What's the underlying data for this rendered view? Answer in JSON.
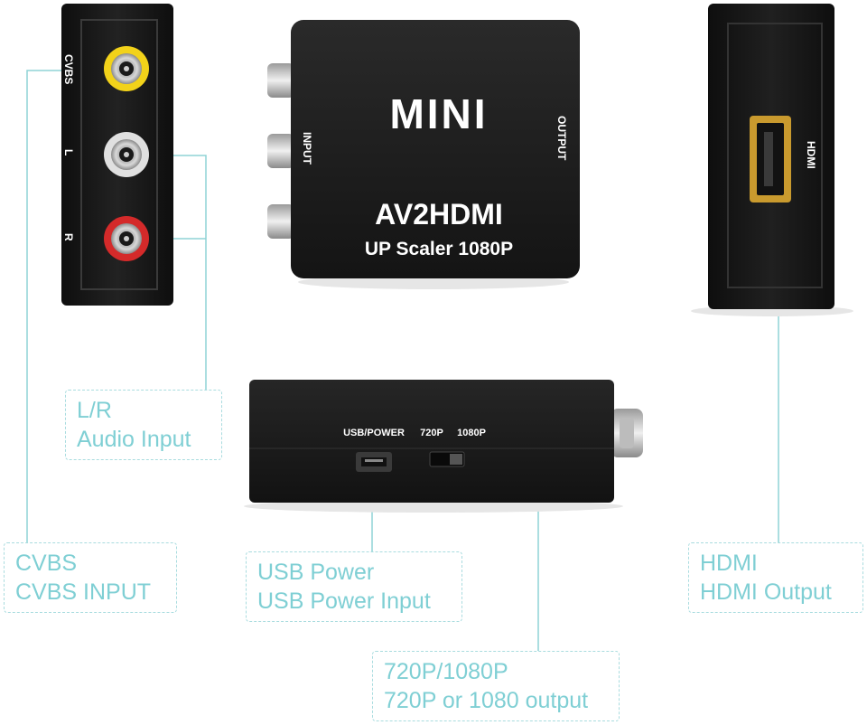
{
  "device_front": {
    "logo": "MINI",
    "title": "AV2HDMI",
    "subtitle": "UP Scaler 1080P",
    "input_label": "INPUT",
    "output_label": "OUTPUT"
  },
  "device_left": {
    "cvbs_label": "CVBS",
    "l_label": "L",
    "r_label": "R"
  },
  "device_right": {
    "hdmi_label": "HDMI"
  },
  "device_bottom": {
    "usb_label": "USB/POWER",
    "res_720_label": "720P",
    "res_1080_label": "1080P"
  },
  "callouts": {
    "audio": {
      "line1": "L/R",
      "line2": "Audio Input"
    },
    "cvbs": {
      "line1": "CVBS",
      "line2": "CVBS INPUT"
    },
    "usb": {
      "line1": "USB Power",
      "line2": "USB Power Input"
    },
    "hdmi": {
      "line1": "HDMI",
      "line2": "HDMI Output"
    },
    "resolution": {
      "line1": "720P/1080P",
      "line2": "720P or 1080 output"
    }
  },
  "colors": {
    "device_body": "#1c1c1c",
    "callout_text": "#7fcfd4",
    "leader_line": "#8fd3d6",
    "rca_yellow": "#f2d21a",
    "rca_white": "#e0e0e0",
    "rca_red": "#d42a2a",
    "hdmi_gold": "#c99a2e"
  }
}
